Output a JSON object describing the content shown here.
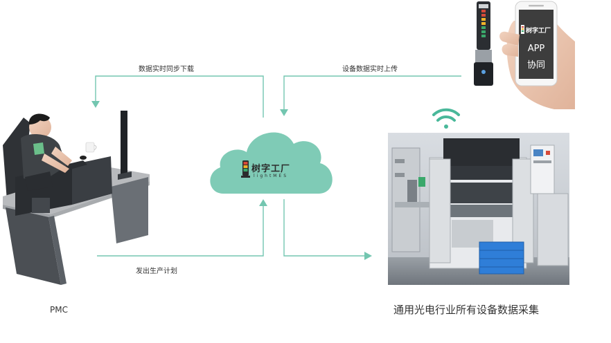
{
  "arrows": {
    "sync_down": "数据实时同步下载",
    "upload": "设备数据实时上传",
    "plan": "发出生产计划"
  },
  "cloud": {
    "brand_cn": "树字工厂",
    "brand_en": "lightMES"
  },
  "phone": {
    "brand_cn": "树字工厂",
    "app_line1": "APP",
    "app_line2": "协同"
  },
  "captions": {
    "pmc": "PMC",
    "equipment": "通用光电行业所有设备数据采集"
  },
  "colors": {
    "arrow": "#73c6b0",
    "cloud": "#7fcbb6",
    "wifi": "#49b89a"
  }
}
